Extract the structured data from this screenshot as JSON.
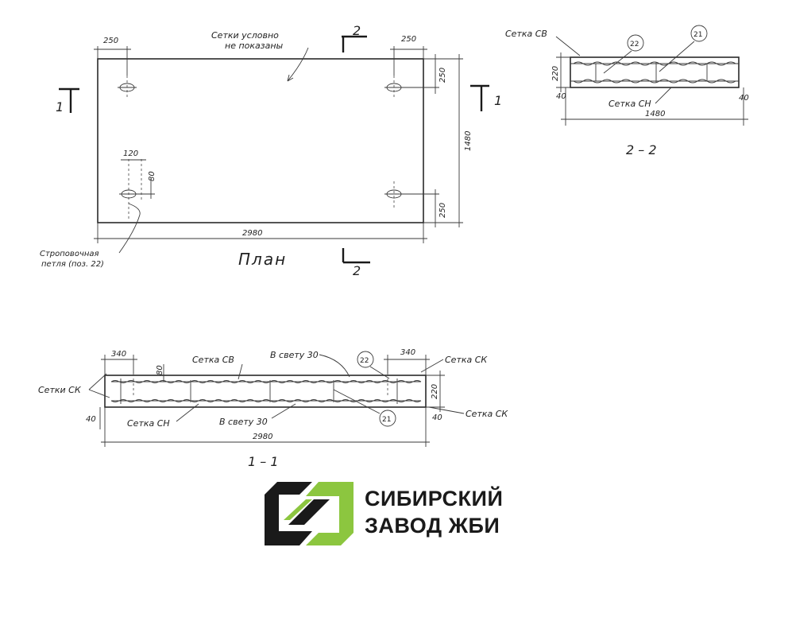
{
  "plan": {
    "note_line1": "Сетки условно",
    "note_line2": "не показаны",
    "dim_left": "250",
    "dim_right": "250",
    "dim_width": "2980",
    "dim_height": "1480",
    "dim_edge_top": "250",
    "dim_edge_bottom": "250",
    "dim_loop_w": "120",
    "dim_loop_h": "80",
    "section_mark_1": "1",
    "section_mark_2": "2",
    "loop_label_line1": "Строповочная",
    "loop_label_line2": "петля (поз. 22)",
    "title": "План"
  },
  "section22": {
    "mesh_top": "Сетка СВ",
    "mesh_bottom": "Сетка СН",
    "dim_height": "220",
    "dim_width": "1480",
    "dim_left": "40",
    "dim_right": "40",
    "pos_a": "22",
    "pos_b": "21",
    "title": "2 – 2"
  },
  "section11": {
    "dim_left": "340",
    "dim_right": "340",
    "mesh_top": "Сетка СВ",
    "clear_top": "В свету 30",
    "mesh_side_right": "Сетка СК",
    "mesh_side_left": "Сетки СК",
    "mesh_bottom": "Сетка СН",
    "clear_bottom": "В свету 30",
    "mesh_side_right_bottom": "Сетка СК",
    "dim_height": "220",
    "dim_cover": "40",
    "dim_cover_right": "40",
    "dim_small": "80",
    "dim_width": "2980",
    "pos_a": "22",
    "pos_b": "21",
    "title": "1 – 1"
  },
  "brand": {
    "line1": "СИБИРСКИЙ",
    "line2": "ЗАВОД ЖБИ",
    "color_dark": "#1a1a1a",
    "color_green": "#8cc63f"
  }
}
